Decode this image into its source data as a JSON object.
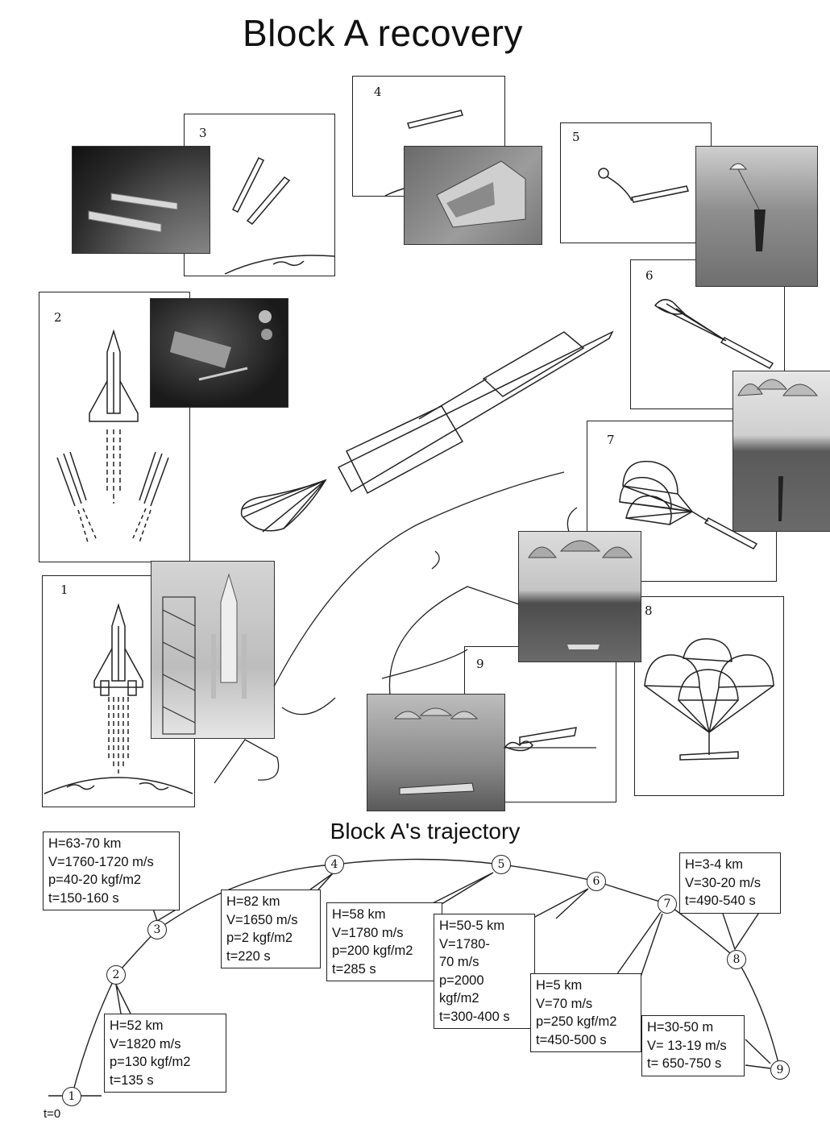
{
  "title": "Block A recovery",
  "subtitle": "Block A's trajectory",
  "panels": [
    {
      "num": "1"
    },
    {
      "num": "2"
    },
    {
      "num": "3"
    },
    {
      "num": "4"
    },
    {
      "num": "5"
    },
    {
      "num": "6"
    },
    {
      "num": "7"
    },
    {
      "num": "8"
    },
    {
      "num": "9"
    }
  ],
  "trajectory": {
    "start_label": "t=0",
    "nodes": [
      "1",
      "2",
      "3",
      "4",
      "5",
      "6",
      "7",
      "8",
      "9"
    ],
    "boxes": {
      "n2": "H=52 km\nV=1820 m/s\np=130 kgf/m2\nt=135 s",
      "n3": "H=63-70 km\nV=1760-1720 m/s\np=40-20 kgf/m2\nt=150-160 s",
      "n4": "H=82 km\nV=1650 m/s\np=2 kgf/m2\nt=220 s",
      "n5": "H=58 km\nV=1780 m/s\np=200 kgf/m2\nt=285 s",
      "n6": "H=50-5 km\nV=1780-\n70 m/s\np=2000\nkgf/m2\nt=300-400 s",
      "n7": "H=5 km\nV=70 m/s\np=250 kgf/m2\nt=450-500 s",
      "n8": "H=3-4 km\nV=30-20 m/s\nt=490-540 s",
      "n9": "H=30-50 m\nV= 13-19 m/s\nt= 650-750 s"
    }
  }
}
